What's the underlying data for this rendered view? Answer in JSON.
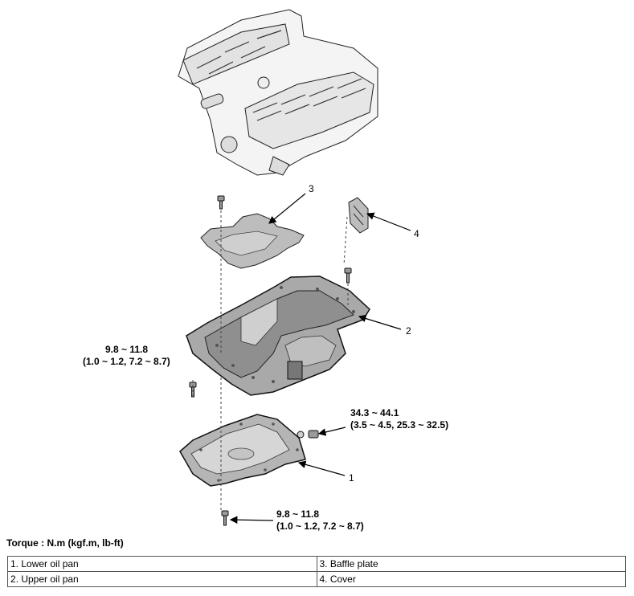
{
  "callouts": {
    "n1": "1",
    "n2": "2",
    "n3": "3",
    "n4": "4",
    "torque_left_line1": "9.8 ~ 11.8",
    "torque_left_line2": "(1.0 ~ 1.2, 7.2 ~ 8.7)",
    "torque_right_line1": "34.3 ~ 44.1",
    "torque_right_line2": "(3.5 ~ 4.5, 25.3 ~ 32.5)",
    "torque_bottom_line1": "9.8 ~ 11.8",
    "torque_bottom_line2": "(1.0 ~ 1.2, 7.2 ~ 8.7)"
  },
  "torque_note": "Torque : N.m (kgf.m, lb-ft)",
  "legend": [
    [
      "1. Lower oil pan",
      "3. Baffle plate"
    ],
    [
      "2. Upper oil pan",
      "4. Cover"
    ]
  ]
}
